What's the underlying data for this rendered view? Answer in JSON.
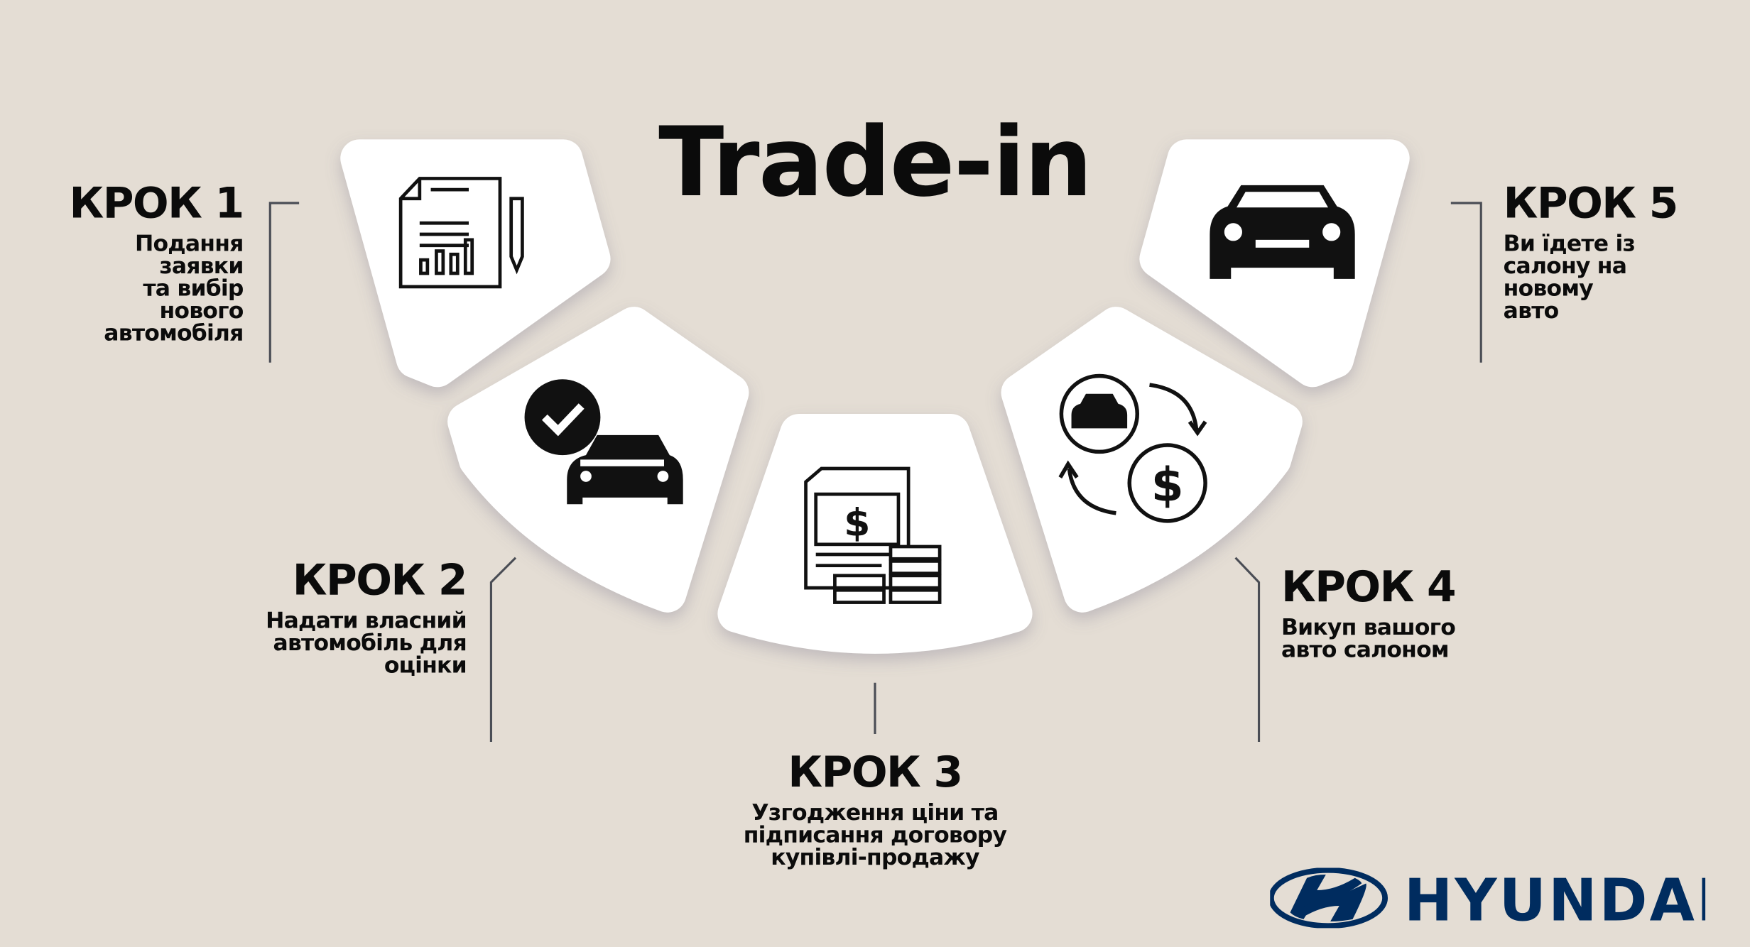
{
  "title": "Trade-in",
  "steps": [
    {
      "label": "КРОК 1",
      "text": "Подання заявки та вибір нового автомобіля",
      "lines": [
        "Подання",
        "заявки",
        "та вибір",
        "нового",
        "автомобіля"
      ],
      "icon": "document-chart-pencil-icon"
    },
    {
      "label": "КРОК 2",
      "lines": [
        "Надати власний",
        "автомобіль для",
        "оцінки"
      ],
      "icon": "car-checkmark-icon"
    },
    {
      "label": "КРОК 3",
      "lines": [
        "Узгодження ціни та",
        "підписання договору",
        "купівлі-продажу"
      ],
      "icon": "contract-money-icon"
    },
    {
      "label": "КРОК 4",
      "lines": [
        "Викуп вашого",
        "авто салоном"
      ],
      "icon": "car-dollar-exchange-icon"
    },
    {
      "label": "КРОК 5",
      "lines": [
        "Ви їдете із",
        "салону на",
        "новому",
        "авто"
      ],
      "icon": "car-front-icon"
    }
  ],
  "brand": {
    "name": "HYUNDAI",
    "color": "#002c5f"
  },
  "colors": {
    "background": "#e4ddd4",
    "card": "#ffffff",
    "text": "#0b0b0b",
    "connector": "#4a4d55"
  }
}
